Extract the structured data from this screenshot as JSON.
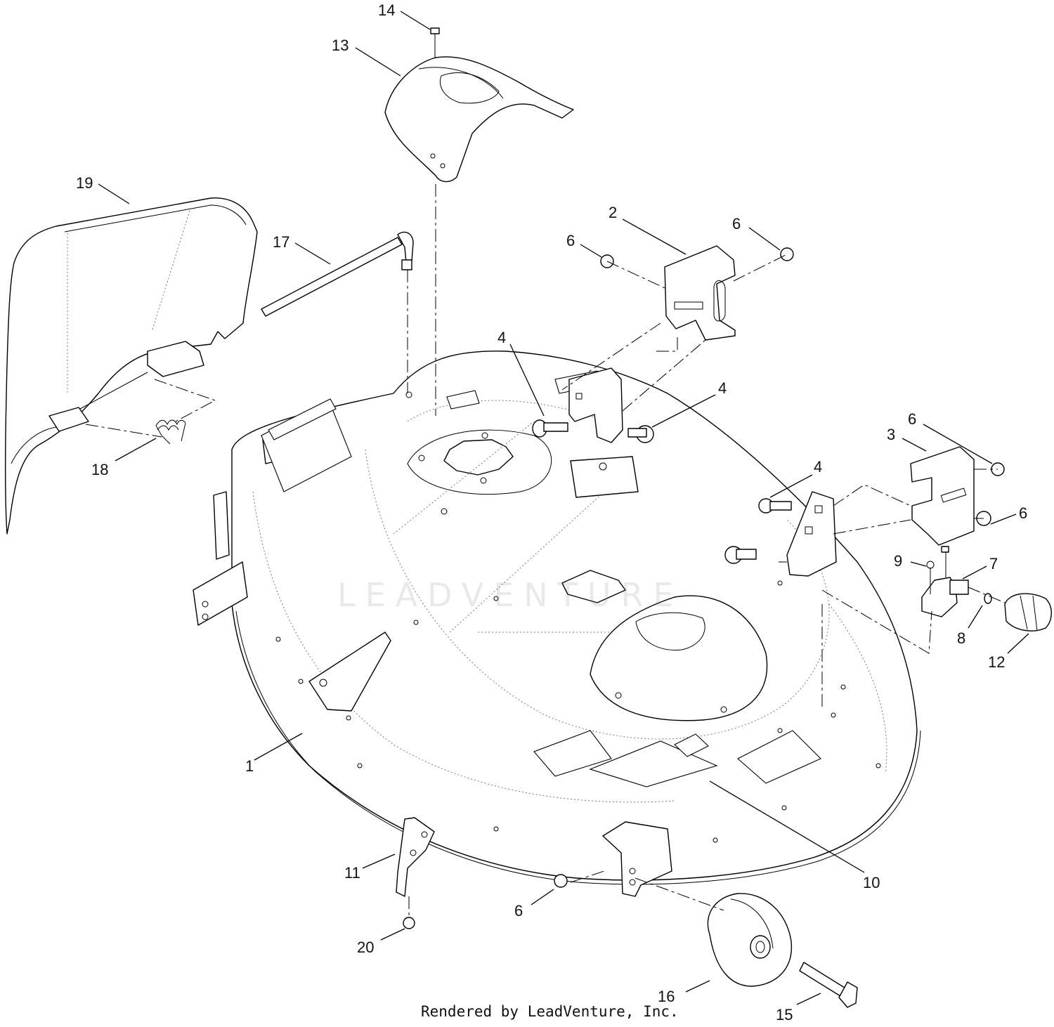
{
  "diagram": {
    "callouts": [
      {
        "id": "1",
        "label": "1"
      },
      {
        "id": "2",
        "label": "2"
      },
      {
        "id": "3",
        "label": "3"
      },
      {
        "id": "4a",
        "label": "4"
      },
      {
        "id": "4b",
        "label": "4"
      },
      {
        "id": "4c",
        "label": "4"
      },
      {
        "id": "6a",
        "label": "6"
      },
      {
        "id": "6b",
        "label": "6"
      },
      {
        "id": "6c",
        "label": "6"
      },
      {
        "id": "6d",
        "label": "6"
      },
      {
        "id": "6e",
        "label": "6"
      },
      {
        "id": "7",
        "label": "7"
      },
      {
        "id": "8",
        "label": "8"
      },
      {
        "id": "9",
        "label": "9"
      },
      {
        "id": "10",
        "label": "10"
      },
      {
        "id": "11",
        "label": "11"
      },
      {
        "id": "12",
        "label": "12"
      },
      {
        "id": "13",
        "label": "13"
      },
      {
        "id": "14",
        "label": "14"
      },
      {
        "id": "15",
        "label": "15"
      },
      {
        "id": "16",
        "label": "16"
      },
      {
        "id": "17",
        "label": "17"
      },
      {
        "id": "18",
        "label": "18"
      },
      {
        "id": "19",
        "label": "19"
      },
      {
        "id": "20",
        "label": "20"
      }
    ],
    "watermark": "LEADVENTURE",
    "footer": "Rendered by LeadVenture, Inc."
  }
}
